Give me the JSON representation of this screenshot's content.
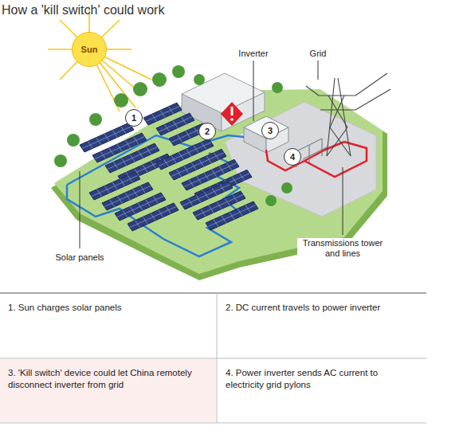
{
  "diagram": {
    "title": "How a 'kill switch' could work",
    "nodes": [
      {
        "text": [
          "Sun"
        ]
      },
      {
        "text": [
          "1"
        ]
      },
      {
        "text": [
          "2"
        ]
      },
      {
        "text": [
          "3"
        ]
      },
      {
        "text": [
          "4"
        ]
      },
      {
        "text": [
          "1. Sun charges solar panels"
        ]
      },
      {
        "text": [
          "2. DC current travels to power inverter"
        ]
      },
      {
        "text": [
          "3. 'Kill switch' device could let China remotely disconnect inverter from grid"
        ]
      },
      {
        "text": [
          "4. Power inverter sends AC current to electricity grid pylons"
        ]
      }
    ],
    "labels": [
      "Inverter",
      "Grid",
      "Solar panels",
      "Transmissions tower and lines"
    ]
  }
}
